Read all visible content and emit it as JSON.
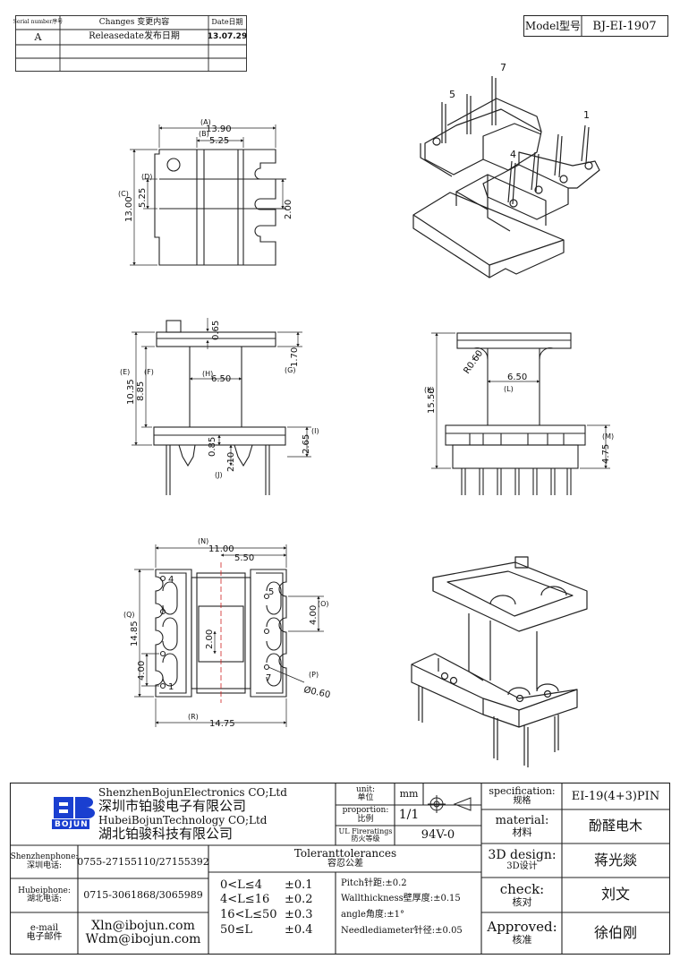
{
  "revision_table": {
    "headers": [
      "Serial number序号",
      "Changes 变更内容",
      "Date日期"
    ],
    "rows": [
      [
        "A",
        "Releasedate发布日期",
        "13.07.29"
      ]
    ]
  },
  "model": {
    "label": "Model型号",
    "value": "BJ-EI-1907"
  },
  "dims": {
    "top_left": {
      "A_lbl": "(A)",
      "A": "13.90",
      "B_lbl": "(B)",
      "B": "5.25",
      "C_lbl": "(C)",
      "C": "13.00",
      "D_lbl": "(D)",
      "D": "5.25",
      "right": "2.00"
    },
    "mid_left": {
      "top": "0.65",
      "E_lbl": "(E)",
      "E": "10.35",
      "F_lbl": "(F)",
      "F": "8.85",
      "H_lbl": "(H)",
      "H": "6.50",
      "G_lbl": "(G)",
      "G": "1.70",
      "I_lbl": "(I)",
      "I": "2.65",
      "b1": "0.85",
      "b2": "2.10",
      "J_lbl": "(J)"
    },
    "mid_right": {
      "R": "R0.60",
      "H": "6.50",
      "L_lbl": "(L)",
      "K_lbl": "(K)",
      "K": "15.50",
      "M_lbl": "(M)",
      "M": "4.75"
    },
    "bottom_left": {
      "N_lbl": "(N)",
      "N": "11.00",
      "top2": "5.50",
      "O_lbl": "(O)",
      "O": "4.00",
      "Q_lbl": "(Q)",
      "Q": "14.85",
      "mid": "2.00",
      "left": "4.00",
      "P_lbl": "(P)",
      "P": "Ø0.60",
      "R_lbl": "(R)",
      "R": "14.75",
      "pin4": "4",
      "pin1": "1",
      "pin5": "5",
      "pin7": "7"
    },
    "iso_top": {
      "p5": "5",
      "p7": "7",
      "p1": "1",
      "p4": "4"
    }
  },
  "title_block": {
    "company_en_1": "ShenzhenBojunElectronics CO;Ltd",
    "company_cn_1": "深圳市铂骏电子有限公司",
    "company_en_2": "HubeiBojunTechnology CO;Ltd",
    "company_cn_2": "湖北铂骏科技有限公司",
    "logo_text": "BOJUN",
    "unit_label": "unit:",
    "unit_cn": "单位",
    "unit_value": "mm",
    "proportion_label": "proportion:",
    "proportion_cn": "比例",
    "proportion_value": "1/1",
    "ul_label": "UL Fireratings",
    "ul_cn": "防火等级",
    "ul_value": "94V-0",
    "spec_label": "specification:",
    "spec_cn": "规格",
    "spec_value": "EI-19(4+3)PIN",
    "material_label": "material:",
    "material_cn": "材料",
    "material_value": "酚醛电木",
    "design_label": "3D design:",
    "design_cn": "3D设计",
    "design_value": "蒋光燚",
    "check_label": "check:",
    "check_cn": "核对",
    "check_value": "刘文",
    "approved_label": "Approved:",
    "approved_cn": "核准",
    "approved_value": "徐伯刚",
    "sz_phone_label": "Shenzhenphone:",
    "sz_phone_cn": "深圳电话:",
    "sz_phone": "0755-27155110/27155392",
    "hb_phone_label": "Hubeiphone:",
    "hb_phone_cn": "湖北电话:",
    "hb_phone": "0715-3061868/3065989",
    "email_label": "e-mail",
    "email_cn": "电子邮件",
    "email_1": "Xln@ibojun.com",
    "email_2": "Wdm@ibojun.com",
    "tol_title": "Toleranttolerances",
    "tol_cn": "容忍公差",
    "tol_rows": [
      [
        "0<L≤4",
        "±0.1"
      ],
      [
        "4<L≤16",
        "±0.2"
      ],
      [
        "16<L≤50",
        "±0.3"
      ],
      [
        "50≤L",
        "±0.4"
      ]
    ],
    "tol_notes": [
      "Pitch针距:±0.2",
      "Wallthickness壁厚度:±0.15",
      "angle角度:±1°",
      "Needlediameter针径:±0.05"
    ]
  }
}
